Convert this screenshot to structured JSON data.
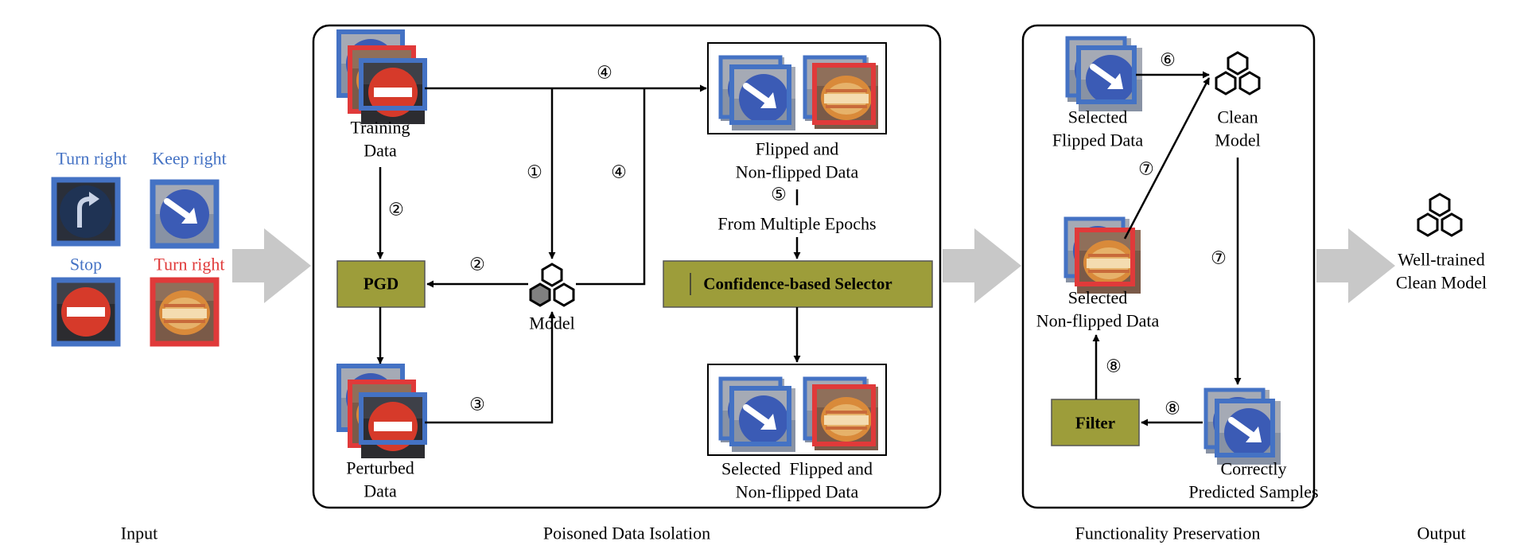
{
  "colors": {
    "blue_border": "#4472c4",
    "red_border": "#e03a3a",
    "olive_box": "#9d9d3a",
    "arrow_gray": "#c8c8c8",
    "sign_blue": "#3b5bb5",
    "sign_red": "#d63a2a"
  },
  "input": {
    "section_label": "Input",
    "signs": [
      {
        "label": "Turn right",
        "label_color": "blue",
        "icon": "turn-right-sign-icon"
      },
      {
        "label": "Keep right",
        "label_color": "blue",
        "icon": "keep-right-sign-icon"
      },
      {
        "label": "Stop",
        "label_color": "blue",
        "icon": "no-entry-sign-icon"
      },
      {
        "label": "Turn right",
        "label_color": "red",
        "icon": "blurred-trigger-sign-icon"
      }
    ]
  },
  "isolation": {
    "section_label": "Poisoned Data Isolation",
    "training_data": [
      "Training",
      "Data"
    ],
    "perturbed_data": [
      "Perturbed",
      "Data"
    ],
    "pgd_label": "PGD",
    "model_label": "Model",
    "flipped_nonflipped": [
      "Flipped and",
      "Non-flipped Data"
    ],
    "from_epochs": "From Multiple Epochs",
    "selector_label": "Confidence-based Selector",
    "selected_flipped_nonflipped": [
      "Selected  Flipped and",
      "Non-flipped Data"
    ],
    "steps": {
      "s1": "①",
      "s2a": "②",
      "s2b": "②",
      "s3": "③",
      "s4a": "④",
      "s4b": "④",
      "s5": "⑤"
    }
  },
  "preservation": {
    "section_label": "Functionality Preservation",
    "selected_flipped": [
      "Selected",
      "Flipped Data"
    ],
    "clean_model": [
      "Clean",
      "Model"
    ],
    "selected_nonflipped": [
      "Selected",
      "Non-flipped Data"
    ],
    "filter_label": "Filter",
    "correct_samples": [
      "Correctly",
      "Predicted Samples"
    ],
    "steps": {
      "s6": "⑥",
      "s7a": "⑦",
      "s7b": "⑦",
      "s8a": "⑧",
      "s8b": "⑧"
    }
  },
  "output": {
    "section_label": "Output",
    "model_label": [
      "Well-trained",
      "Clean Model"
    ]
  }
}
